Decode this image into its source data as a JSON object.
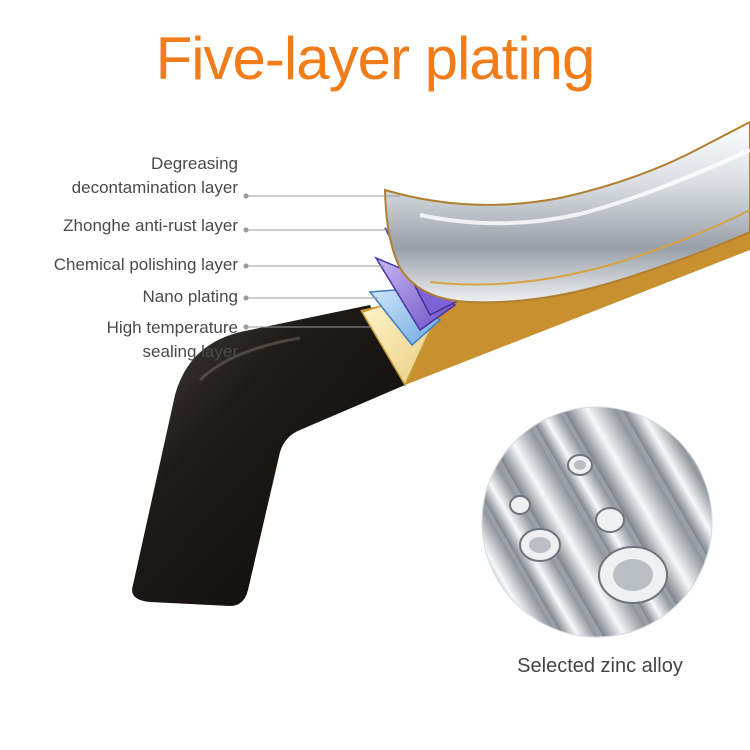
{
  "title": "Five-layer plating",
  "colors": {
    "title": "#f07c1a",
    "label_text": "#4a4a4a",
    "leader_line": "#9a9a9a"
  },
  "layers": [
    {
      "label_line1": "Degreasing",
      "label_line2": "decontamination layer"
    },
    {
      "label_line1": "Zhonghe anti-rust layer",
      "label_line2": ""
    },
    {
      "label_line1": "Chemical polishing layer",
      "label_line2": ""
    },
    {
      "label_line1": "Nano plating",
      "label_line2": ""
    },
    {
      "label_line1": "High temperature",
      "label_line2": "sealing layer"
    }
  ],
  "material": {
    "label": "Selected zinc alloy"
  }
}
